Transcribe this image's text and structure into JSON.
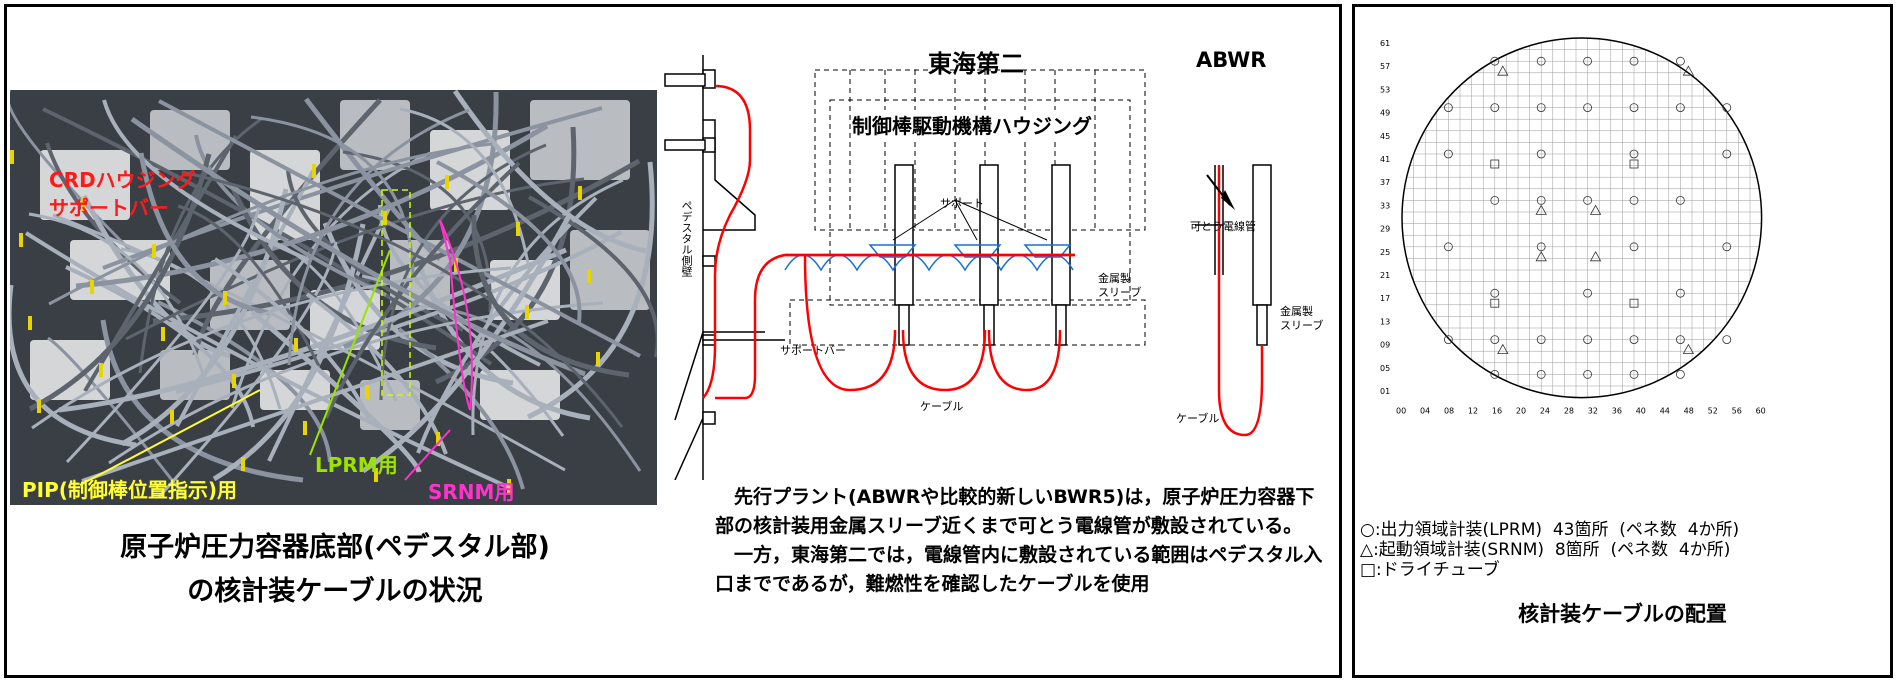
{
  "photo_labels": {
    "crd_line1": "CRDハウジング",
    "crd_line2": "サポートバー",
    "lprm": "LPRM用",
    "pip": "PIP(制御棒位置指示)用",
    "srnm": "SRNM用"
  },
  "photo_caption": {
    "line1": "原子炉圧力容器底部(ペデスタル部)",
    "line2": "の核計装ケーブルの状況"
  },
  "diagram": {
    "title_tokai": "東海第二",
    "title_abwr": "ABWR",
    "crd_housing": "制御棒駆動機構ハウジング",
    "support": "サポート",
    "pedestal_wall": "ペデスタル側壁",
    "support_bar": "サポートバー",
    "cable": "ケーブル",
    "metal_sleeve_line1": "金属製",
    "metal_sleeve_line2": "スリーブ",
    "flexible_conduit": "可とう電線管",
    "abwr_cable": "ケーブル",
    "abwr_sleeve_line1": "金属製",
    "abwr_sleeve_line2": "スリーブ"
  },
  "description": {
    "p1": "先行プラント(ABWRや比較的新しいBWR5)は，原子炉圧力容器下部の核計装用金属スリーブ近くまで可とう電線管が敷設されている。",
    "p2": "一方，東海第二では，電線管内に敷設されている範囲はペデスタル入口までであるが，難燃性を確認したケーブルを使用"
  },
  "core_map": {
    "y_labels": [
      "61",
      "57",
      "53",
      "49",
      "45",
      "41",
      "37",
      "33",
      "29",
      "25",
      "21",
      "17",
      "13",
      "09",
      "05",
      "01"
    ],
    "x_labels": [
      "00",
      "04",
      "08",
      "12",
      "16",
      "20",
      "24",
      "28",
      "32",
      "36",
      "40",
      "44",
      "48",
      "52",
      "56",
      "60"
    ],
    "legend": {
      "lprm": "○:出力領域計装(LPRM)  43箇所  (ペネ数  4か所)",
      "srnm": "△:起動領域計装(SRNM)  8箇所  (ペネ数  4か所)",
      "dry": "□:ドライチューブ"
    },
    "caption": "核計装ケーブルの配置"
  }
}
